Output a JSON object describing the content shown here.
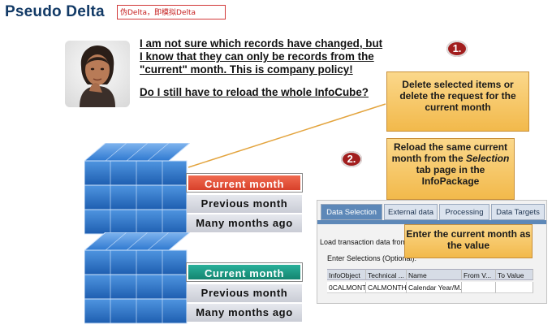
{
  "header": {
    "title": "Pseudo Delta",
    "annotation": "伪Delta，即模拟Delta"
  },
  "speech": {
    "paragraph1": "I am not sure which records have changed, but I know that they can only be records from the \"current\" month. This is company policy!",
    "paragraph2": "Do I still have to reload the whole InfoCube?"
  },
  "steps": {
    "step1": "1.",
    "step2": "2.",
    "callout1": "Delete selected items or delete the request for the current month",
    "callout2_a": "Reload the same current month from the",
    "callout2_em": "Selection",
    "callout2_b": "tab page in the InfoPackage",
    "callout3": "Enter the current month as the value"
  },
  "stack_top": {
    "current": "Current month",
    "previous": "Previous month",
    "many": "Many months ago"
  },
  "stack_bottom": {
    "current": "Current month",
    "previous": "Previous month",
    "many": "Many months ago"
  },
  "sap": {
    "tabs": [
      "Data Selection",
      "External data",
      "Processing",
      "Data Targets"
    ],
    "load_text": "Load transaction data from th",
    "selections_label": "Enter Selections (Optional):",
    "columns": [
      "InfoObject",
      "Technical ...",
      "Name",
      "From V...",
      "To Value"
    ],
    "row": [
      "0CALMONTH",
      "CALMONTH",
      "Calendar Year/M...",
      "",
      ""
    ]
  },
  "colors": {
    "title": "#123a66",
    "step": "#a21e1e",
    "current_top": "#d8412b",
    "current_bottom": "#138570",
    "cube": "#2f79d0",
    "callout": "#f2b94b"
  }
}
